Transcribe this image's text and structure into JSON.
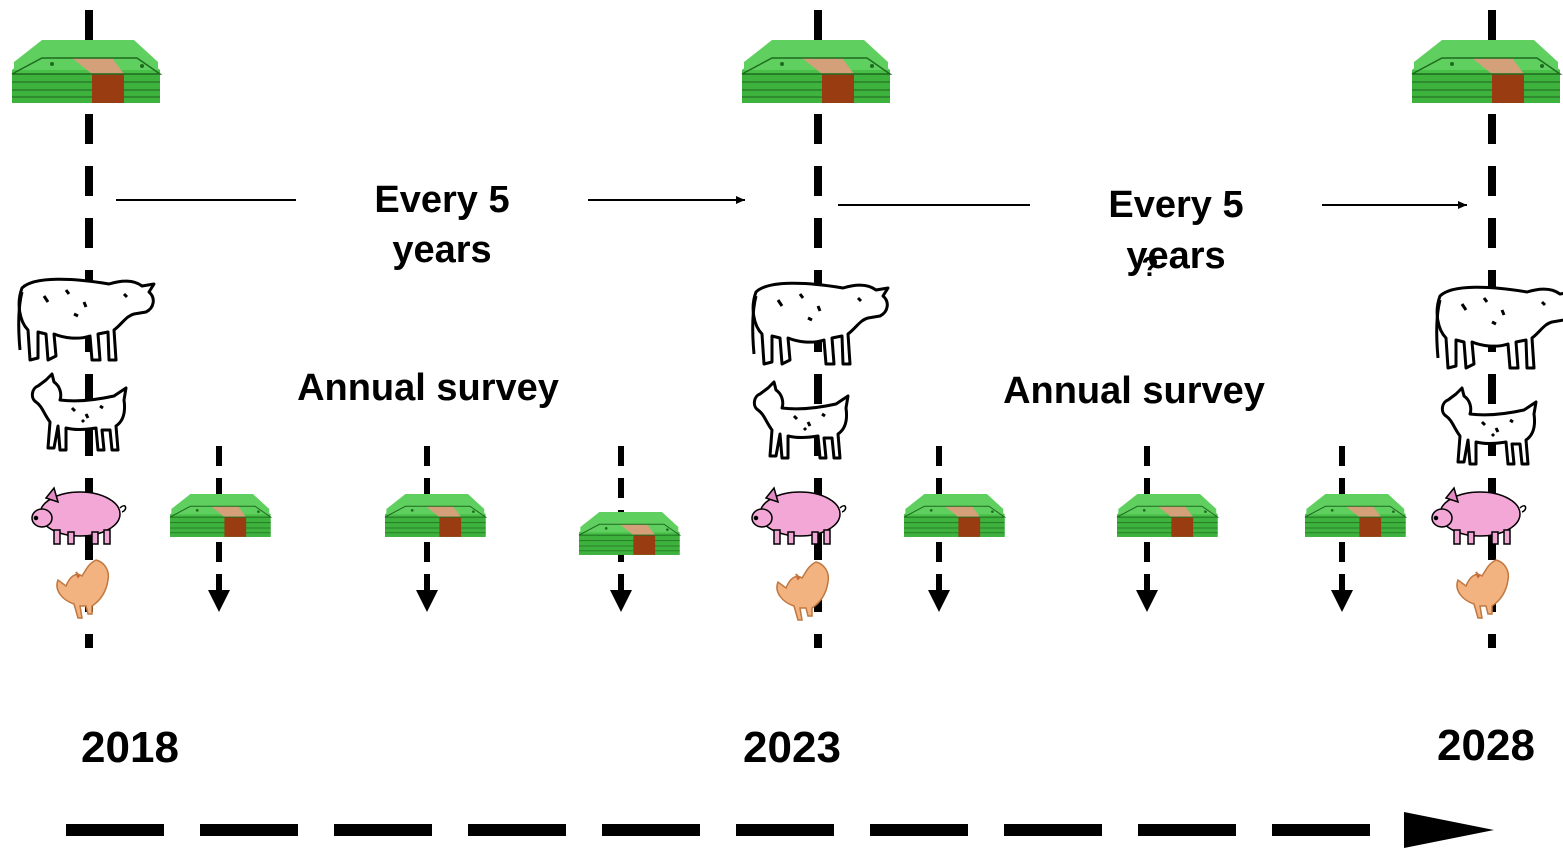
{
  "years": [
    "2018",
    "2023",
    "2028"
  ],
  "cycle_labels": [
    {
      "line1": "Every 5",
      "line2": "years"
    },
    {
      "line1": "Every 5",
      "line2": "years"
    }
  ],
  "survey_labels": [
    "Annual survey",
    "Annual survey"
  ],
  "stray_mark": "?",
  "icons": {
    "census": "money-stack-icon",
    "livestock": [
      "cow-icon",
      "goat-icon",
      "pig-icon",
      "rooster-icon"
    ],
    "survey": "money-stack-icon"
  },
  "colors": {
    "money_green": "#3db33d",
    "money_band": "#d4a07a",
    "money_band_dark": "#9a3c12",
    "pig_pink": "#f2a7d6",
    "rooster_orange": "#f2b380",
    "line": "#000000"
  }
}
